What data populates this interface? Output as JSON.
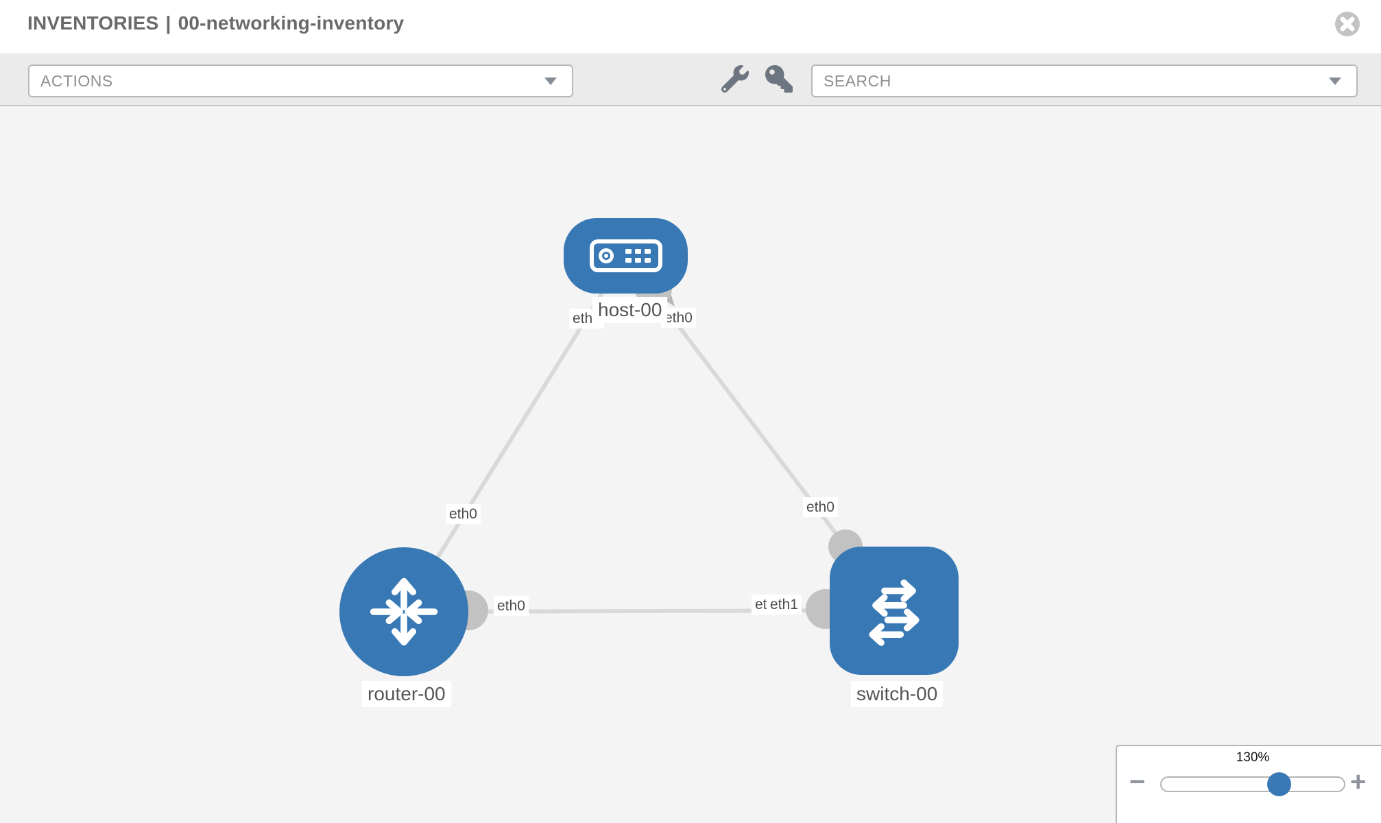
{
  "header": {
    "title_primary": "INVENTORIES",
    "title_separator": "|",
    "title_secondary": "00-networking-inventory"
  },
  "toolbar": {
    "actions_label": "ACTIONS",
    "search_label": "SEARCH",
    "icons": [
      "wrench-icon",
      "key-icon"
    ]
  },
  "diagram": {
    "nodes": {
      "host": {
        "label": "host-00",
        "type": "host"
      },
      "router": {
        "label": "router-00",
        "type": "router"
      },
      "switch": {
        "label": "switch-00",
        "type": "switch"
      }
    },
    "edges": [
      {
        "from": "router-00",
        "to": "host-00",
        "from_port": "eth0",
        "to_port": "eth0"
      },
      {
        "from": "host-00",
        "to": "switch-00",
        "from_port": "eth0",
        "to_port": "eth0"
      },
      {
        "from": "router-00",
        "to": "switch-00",
        "from_port": "eth0",
        "to_port": "eth1"
      }
    ],
    "port_labels": {
      "host_left": "eth0",
      "host_right": "eth0",
      "router_top": "eth0",
      "switch_top": "eth0",
      "router_right": "eth0",
      "switch_left_back": "eth0",
      "switch_left_front": "eth1"
    }
  },
  "zoom_control": {
    "level": "130%",
    "minus_glyph": "−",
    "plus_glyph": "+"
  },
  "colors": {
    "node_blue": "#3878b4",
    "canvas_bg": "#f4f4f4",
    "toolbar_bg": "#ebebeb",
    "edge_gray": "#d9d9d9",
    "port_gray": "#c2c2c2",
    "icon_slate": "#6d7580",
    "title_gray": "#6a6a6a"
  }
}
